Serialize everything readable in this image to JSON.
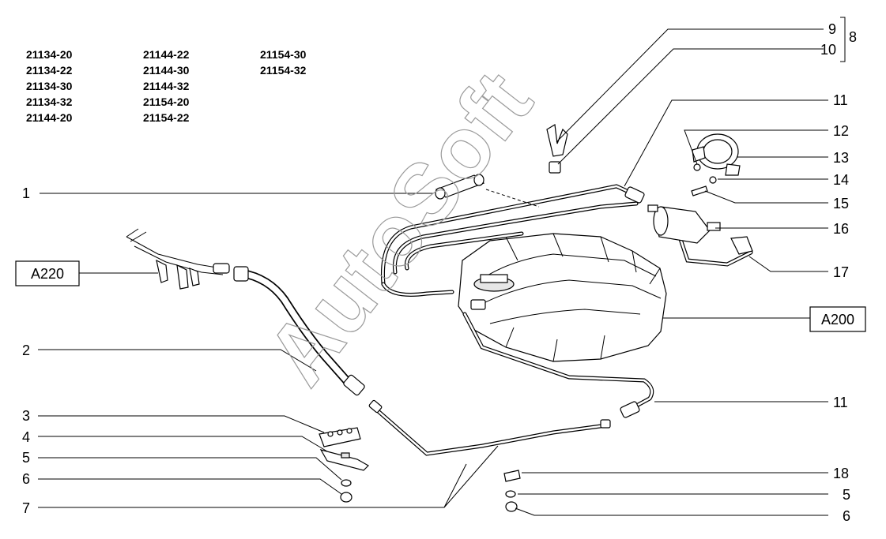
{
  "models": [
    "21134-20",
    "21134-22",
    "21134-30",
    "21134-32",
    "21144-20",
    "21144-22",
    "21144-30",
    "21144-32",
    "21154-20",
    "21154-22",
    "21154-30",
    "21154-32"
  ],
  "callouts": {
    "c1": "1",
    "c2": "2",
    "c3": "3",
    "c4": "4",
    "c5a": "5",
    "c6a": "6",
    "c7": "7",
    "c8": "8",
    "c9": "9",
    "c10": "10",
    "c11a": "11",
    "c12": "12",
    "c13": "13",
    "c14": "14",
    "c15": "15",
    "c16": "16",
    "c17": "17",
    "c11b": "11",
    "c18": "18",
    "c5b": "5",
    "c6b": "6"
  },
  "boxes": {
    "a220": "A220",
    "a200": "A200"
  },
  "watermark": "AutoSoft"
}
